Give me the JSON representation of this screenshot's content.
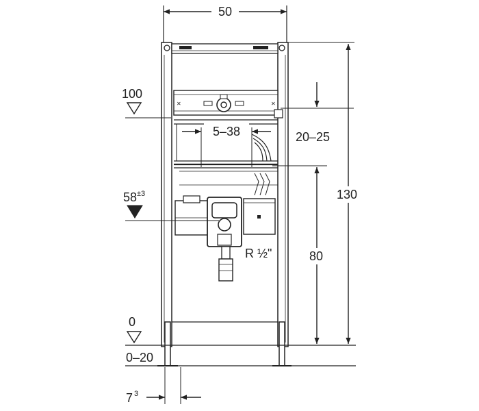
{
  "dimensions": {
    "width": "50",
    "height_total": "130",
    "height_80": "80",
    "range_top": "20–25",
    "spacing": "5–38",
    "connection": "R ½\"",
    "foot_base": "7",
    "foot_sup": "3"
  },
  "levels": {
    "top_level": "100",
    "mid_level_base": "58",
    "mid_level_sup": "±3",
    "floor_level": "0",
    "floor_range": "0–20"
  }
}
